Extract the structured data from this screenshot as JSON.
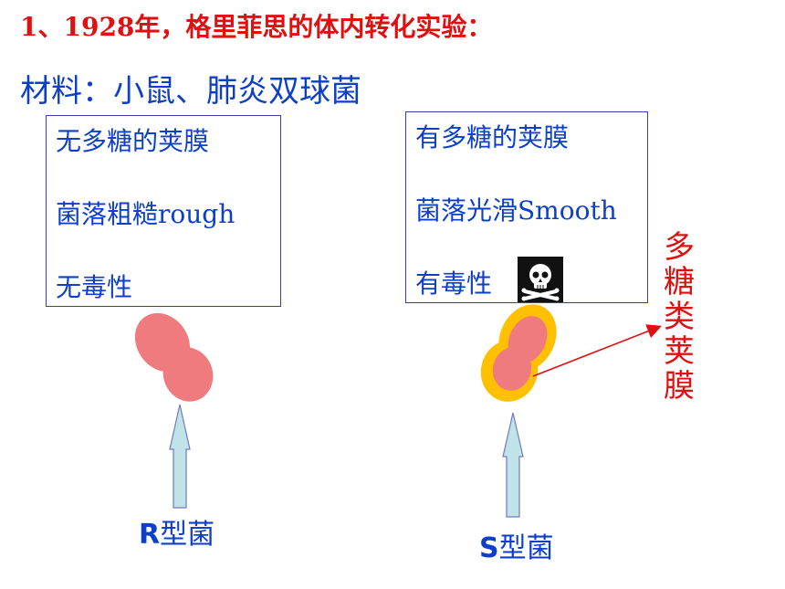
{
  "title": "1、1928年，格里菲思的体内转化实验：",
  "materials": "材料：小鼠、肺炎双球菌",
  "r_box": {
    "line1": "无多糖的荚膜",
    "line2": "菌落粗糙rough",
    "line3": "无毒性"
  },
  "s_box": {
    "line1": "有多糖的荚膜",
    "line2": "菌落光滑Smooth",
    "line3": "有毒性",
    "toxic_icon": "skull-crossbones-icon"
  },
  "capsule_label": "多糖类荚膜",
  "r_label": {
    "letter": "R",
    "text": "型菌"
  },
  "s_label": {
    "letter": "S",
    "text": "型菌"
  },
  "colors": {
    "title": "#e01010",
    "text": "#0d3fc8",
    "bacterium": "#f07b7e",
    "capsule": "#ffc000",
    "arrow_fill": "#bfe3e6",
    "arrow_stroke": "#6f7bbf",
    "pointer": "#e01010"
  }
}
